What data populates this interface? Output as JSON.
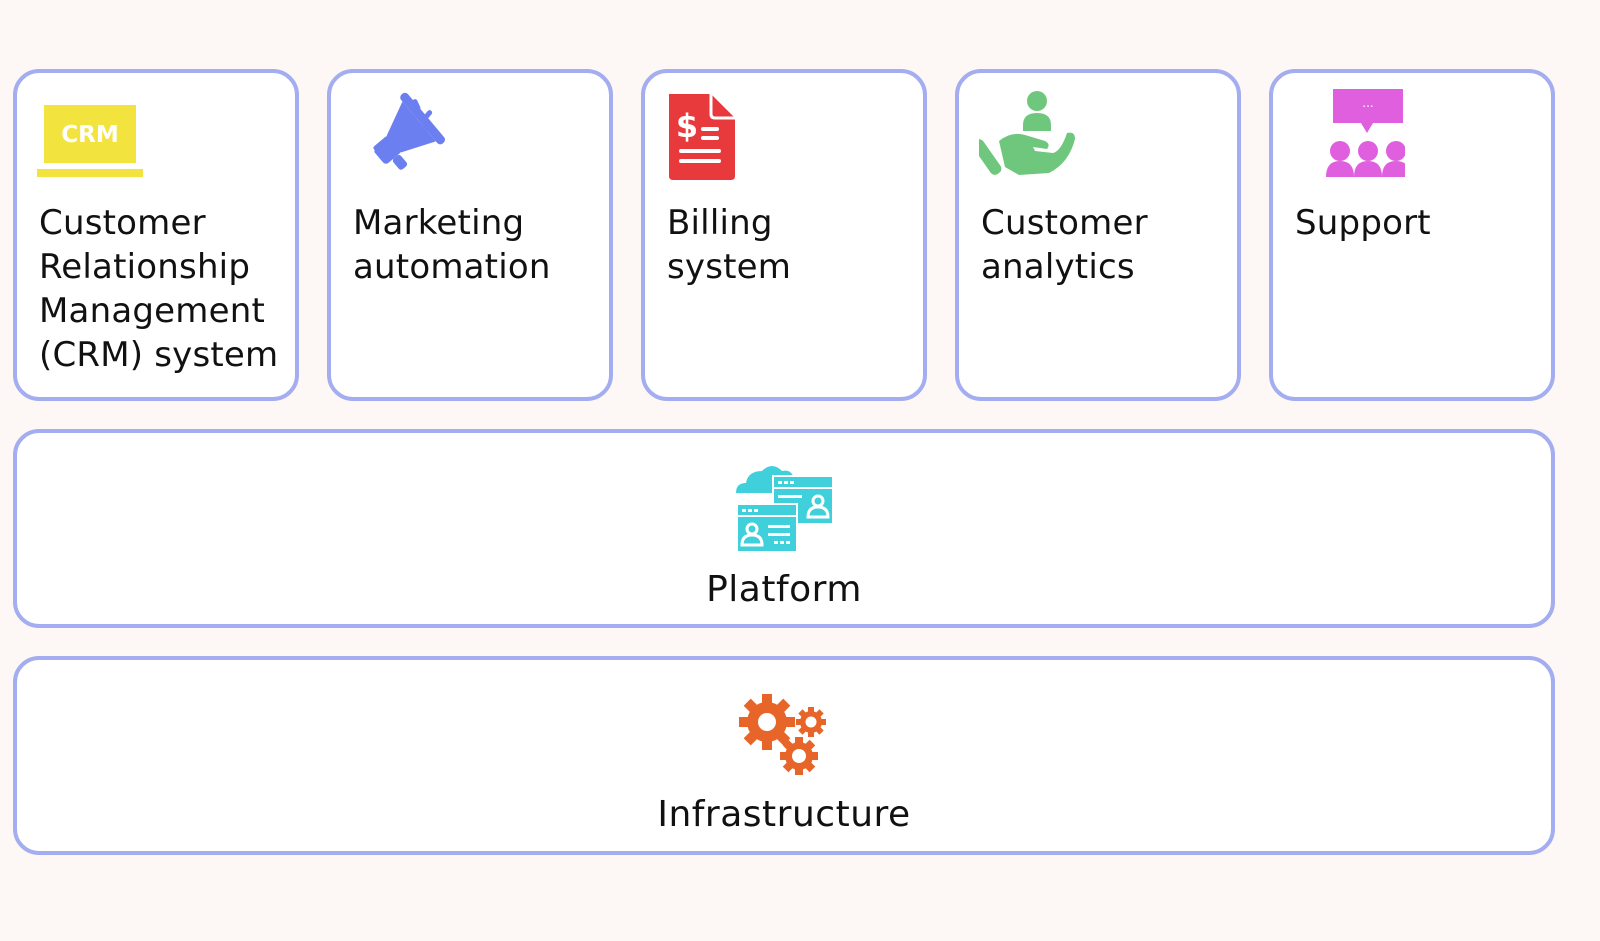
{
  "diagram": {
    "type": "layered-architecture",
    "colors": {
      "background": "#fdf8f5",
      "card_border": "#a3adf0",
      "card_fill": "#ffffff",
      "crm_icon": "#f2e33f",
      "marketing_icon": "#6b7ff0",
      "billing_icon": "#e8393c",
      "analytics_icon": "#6fc77d",
      "support_icon": "#df5fdf",
      "platform_icon": "#3fd0dc",
      "infrastructure_icon": "#e8652a"
    },
    "applications": [
      {
        "id": "crm",
        "label": "Customer\nRelationship\nManagement\n(CRM) system",
        "icon": "crm-laptop-icon",
        "icon_text": "CRM"
      },
      {
        "id": "marketing",
        "label": "Marketing\nautomation",
        "icon": "megaphone-icon"
      },
      {
        "id": "billing",
        "label": "Billing\nsystem",
        "icon": "invoice-dollar-icon"
      },
      {
        "id": "analytics",
        "label": "Customer\nanalytics",
        "icon": "hand-user-icon"
      },
      {
        "id": "support",
        "label": "Support",
        "icon": "team-chat-icon",
        "icon_text": "..."
      }
    ],
    "layers": [
      {
        "id": "platform",
        "label": "Platform",
        "icon": "cloud-profiles-icon"
      },
      {
        "id": "infrastructure",
        "label": "Infrastructure",
        "icon": "gears-icon"
      }
    ]
  }
}
